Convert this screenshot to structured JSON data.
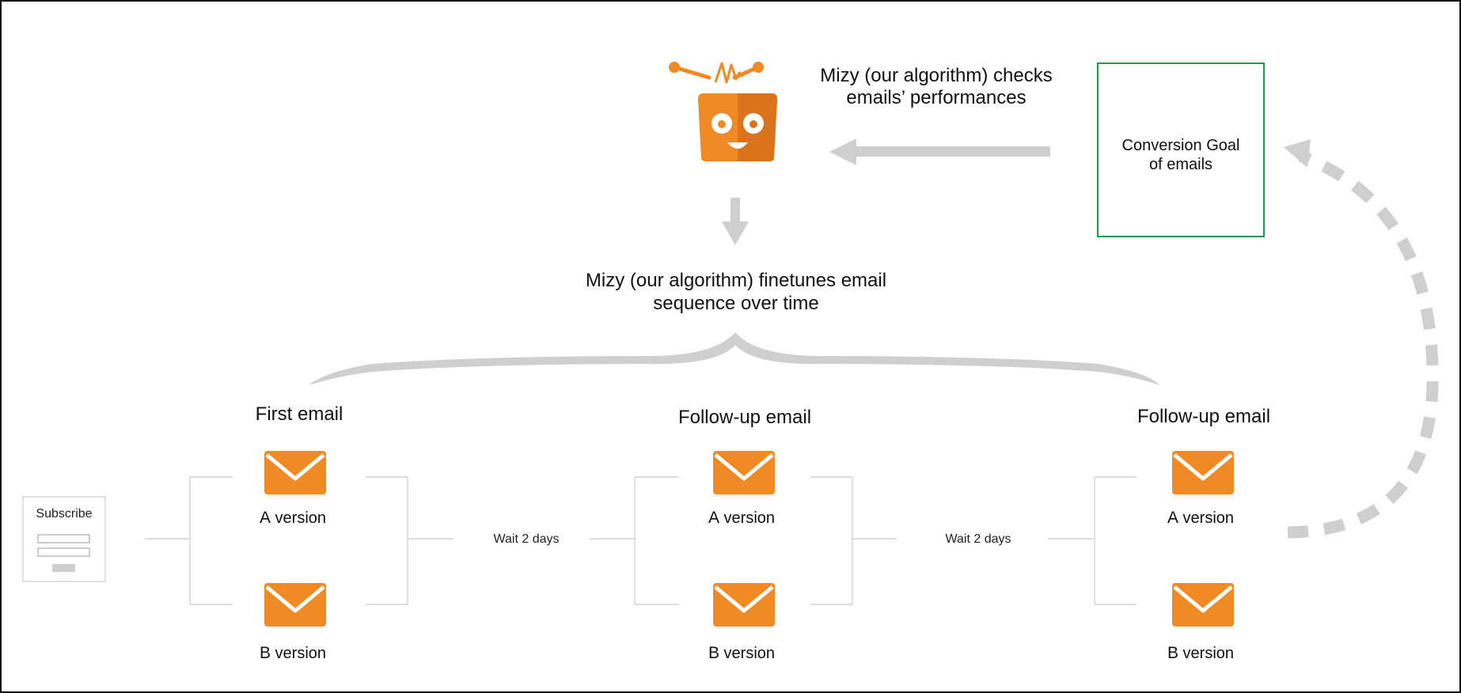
{
  "colors": {
    "orange": "#f08a24",
    "orange_dark": "#d9741c",
    "arrow_gray": "#cfcfcf",
    "line_gray": "#d2d2d2",
    "goal_border": "#1f9a4e"
  },
  "robot": {
    "icon": "robot-icon",
    "caption_line1": "Mizy (our algorithm) checks",
    "caption_line2": "emails’ performances"
  },
  "goal": {
    "line1": "Conversion Goal",
    "line2": "of emails"
  },
  "finetune": {
    "line1": "Mizy (our algorithm) finetunes email",
    "line2": "sequence over time"
  },
  "subscribe": {
    "label": "Subscribe"
  },
  "stages": [
    {
      "title": "First email",
      "a_prefix": "A",
      "a_suffix": " version",
      "b_prefix": "B",
      "b_suffix": " version"
    },
    {
      "title": "Follow-up email",
      "a_prefix": "A",
      "a_suffix": " version",
      "b_prefix": "B",
      "b_suffix": " version"
    },
    {
      "title": "Follow-up email",
      "a_prefix": "A",
      "a_suffix": " version",
      "b_prefix": "B",
      "b_suffix": " version"
    }
  ],
  "waits": [
    {
      "label": "Wait 2 days"
    },
    {
      "label": "Wait 2 days"
    }
  ]
}
